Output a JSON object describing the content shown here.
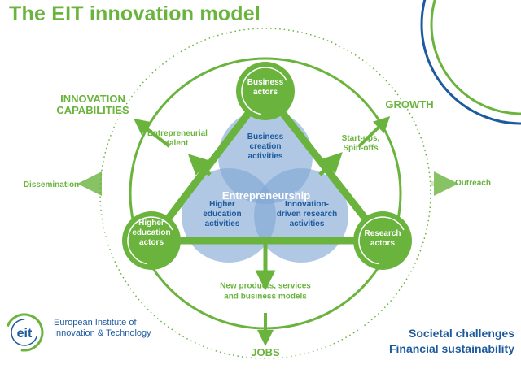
{
  "title": "The EIT innovation model",
  "nodes": {
    "business": "Business\nactors",
    "higher_education": "Higher\neducation\nactors",
    "research": "Research\nactors"
  },
  "circles": {
    "business_creation": "Business\ncreation\nactivities",
    "higher_education": "Higher\neducation\nactivities",
    "innovation_research": "Innovation-\ndriven research\nactivities",
    "center": "Entrepreneurship"
  },
  "flows": {
    "entrepreneurial_talent": "Entrepreneurial\ntalent",
    "startups": "Start-ups,\nSpin-offs",
    "new_products": "New products, services\nand business models"
  },
  "outcomes": {
    "innovation_capabilities": "INNOVATION\nCAPABILITIES",
    "growth": "GROWTH",
    "jobs": "JOBS",
    "dissemination": "Dissemination",
    "outreach": "Outreach"
  },
  "logo": {
    "mark": "eit",
    "line1": "European Institute of",
    "line2": "Innovation & Technology"
  },
  "goals": {
    "line1": "Societal challenges",
    "line2": "Financial sustainability"
  },
  "colors": {
    "green": "#6ab43e",
    "light_green": "#c5e2b0",
    "blue": "#1d5a9e",
    "circle_blue": "#7fa6d3"
  }
}
